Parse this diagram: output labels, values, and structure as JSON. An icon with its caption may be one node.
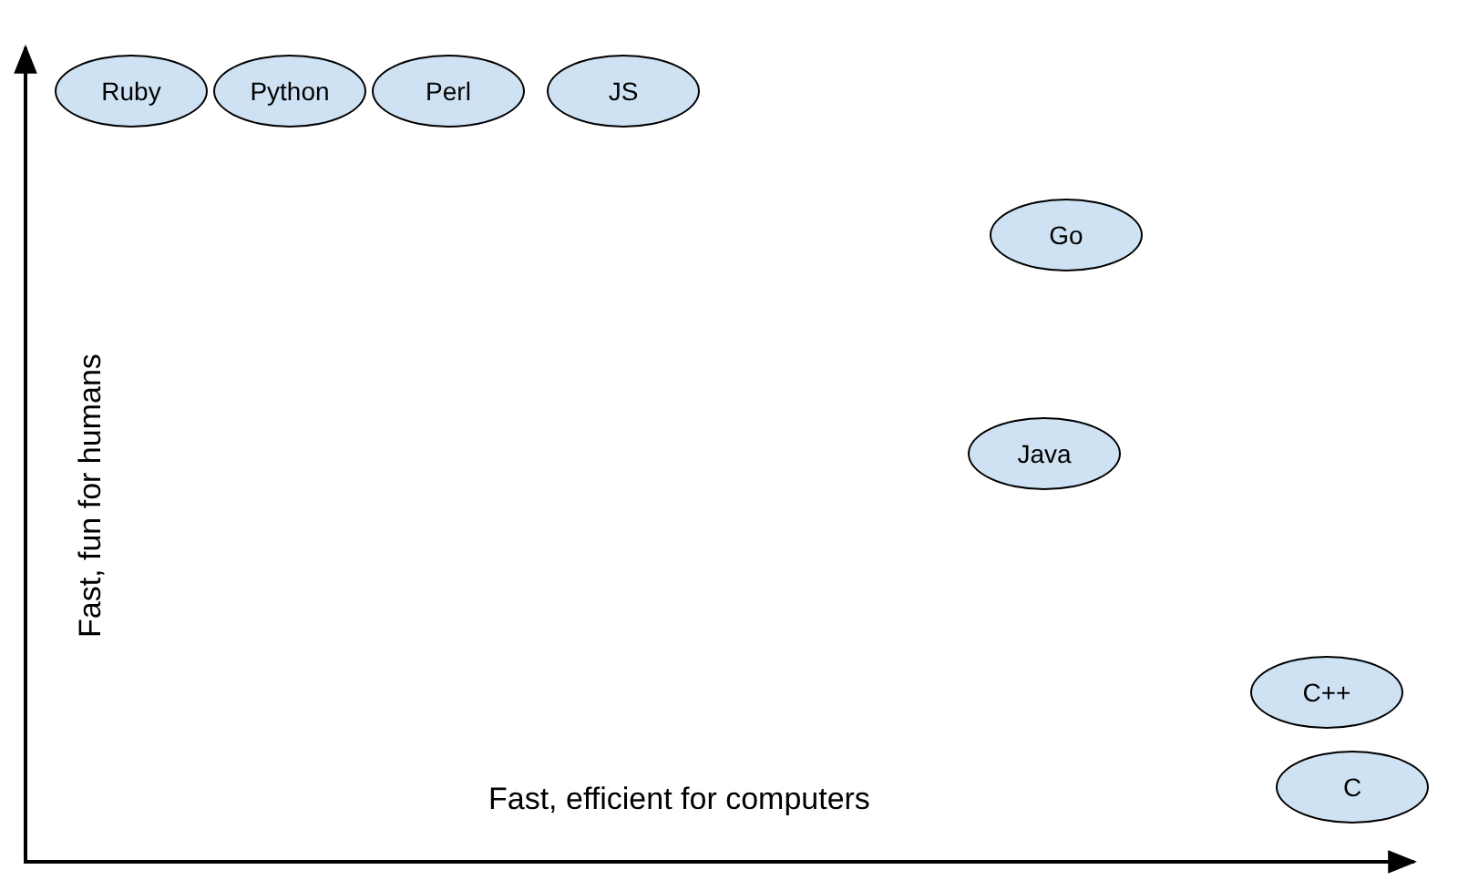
{
  "diagram": {
    "nodes": [
      {
        "text": [
          "Ruby"
        ]
      },
      {
        "text": [
          "Python"
        ]
      },
      {
        "text": [
          "Perl"
        ]
      },
      {
        "text": [
          "JS"
        ]
      },
      {
        "text": [
          "Go"
        ]
      },
      {
        "text": [
          "Java"
        ]
      },
      {
        "text": [
          "C++"
        ]
      },
      {
        "text": [
          "C"
        ]
      }
    ],
    "labels": [
      "Fast, fun for humans",
      "Fast, efficient for computers"
    ]
  }
}
